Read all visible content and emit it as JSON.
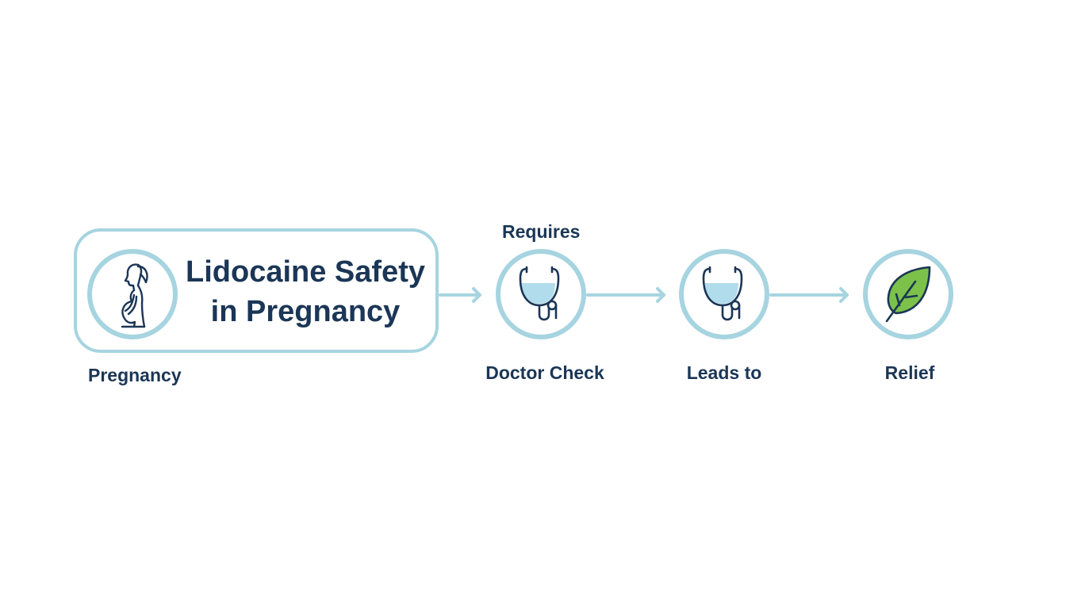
{
  "title": {
    "line1": "Lidocaine Safety",
    "line2": "in Pregnancy"
  },
  "steps": [
    {
      "label": "Pregnancy",
      "icon": "pregnant-woman-icon"
    },
    {
      "label": "Doctor Check",
      "icon": "stethoscope-icon"
    },
    {
      "label": "Leads to",
      "icon": "stethoscope-icon"
    },
    {
      "label": "Relief",
      "icon": "leaf-icon"
    }
  ],
  "connector_labels": {
    "requires": "Requires"
  },
  "colors": {
    "outline": "#a6d4e0",
    "text": "#1b3656",
    "icon_stroke": "#1b3656",
    "stethoscope_fill": "#a8d8ea",
    "leaf_fill": "#7cc24a"
  }
}
